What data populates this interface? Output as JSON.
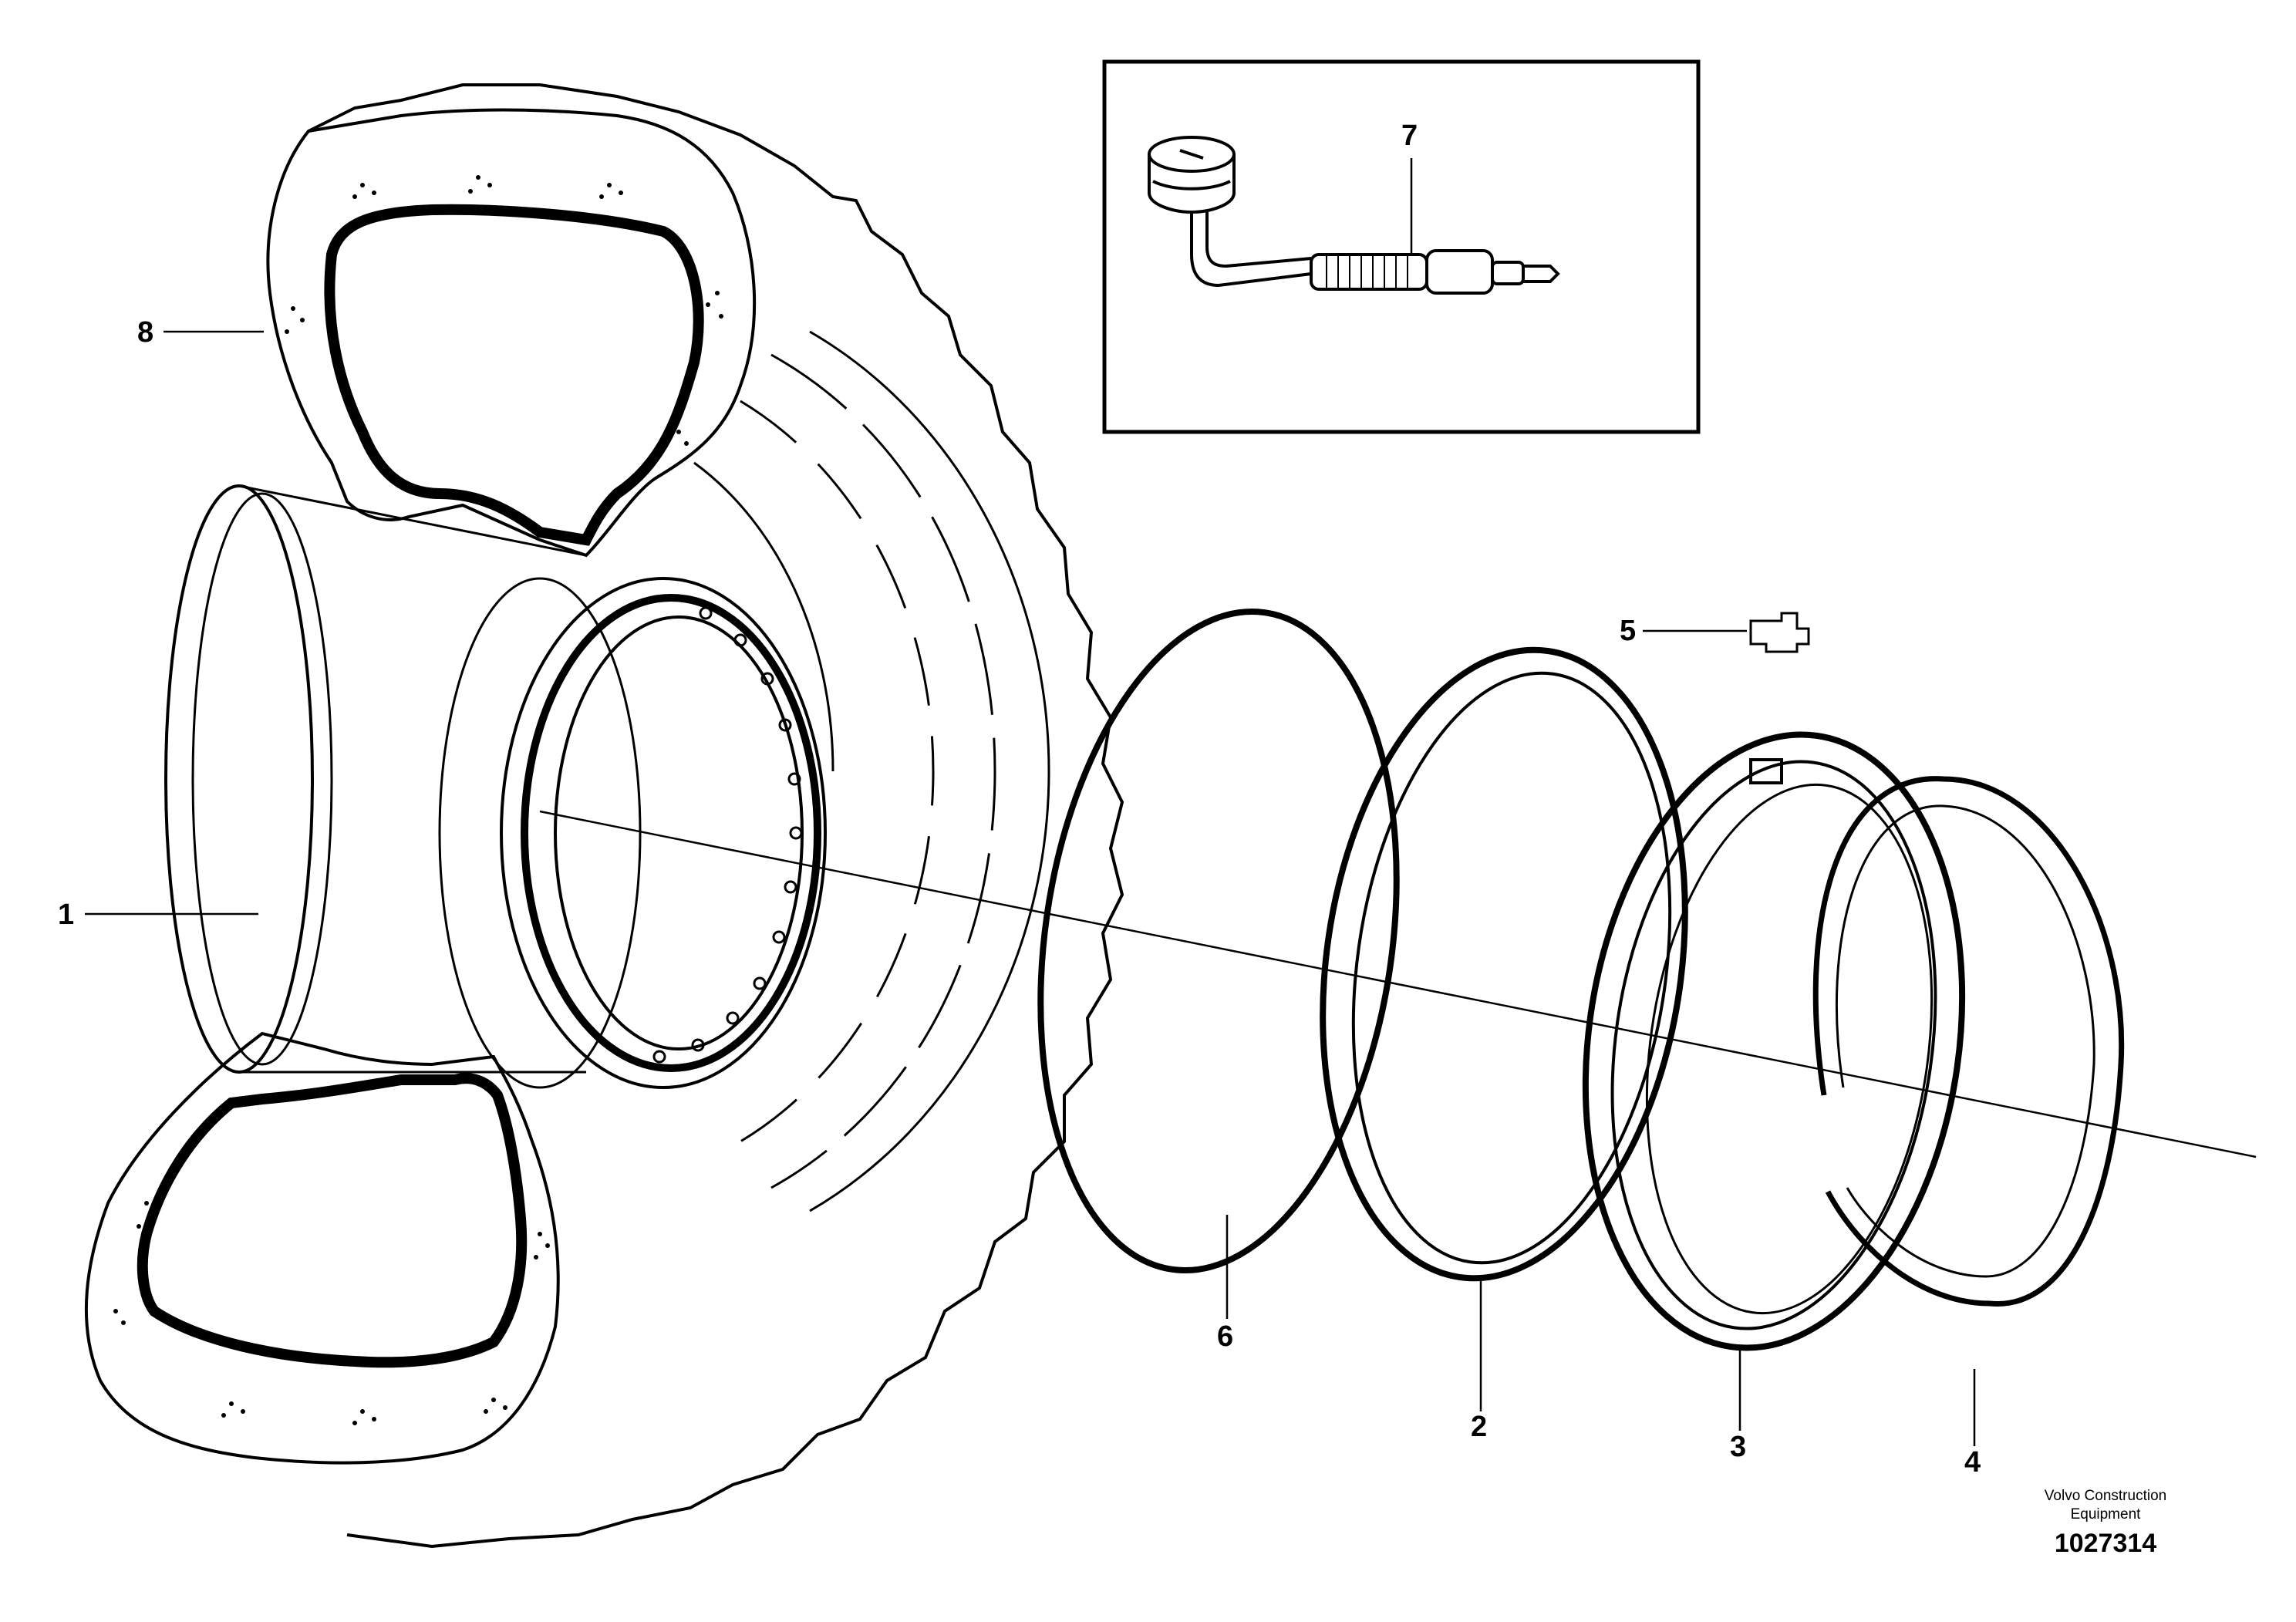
{
  "callouts": {
    "c1": "1",
    "c2": "2",
    "c3": "3",
    "c4": "4",
    "c5": "5",
    "c6": "6",
    "c7": "7",
    "c8": "8"
  },
  "footer": {
    "credit_line1": "Volvo Construction",
    "credit_line2": "Equipment",
    "drawing_number": "1027314"
  },
  "colors": {
    "line": "#000000",
    "background": "#ffffff"
  }
}
